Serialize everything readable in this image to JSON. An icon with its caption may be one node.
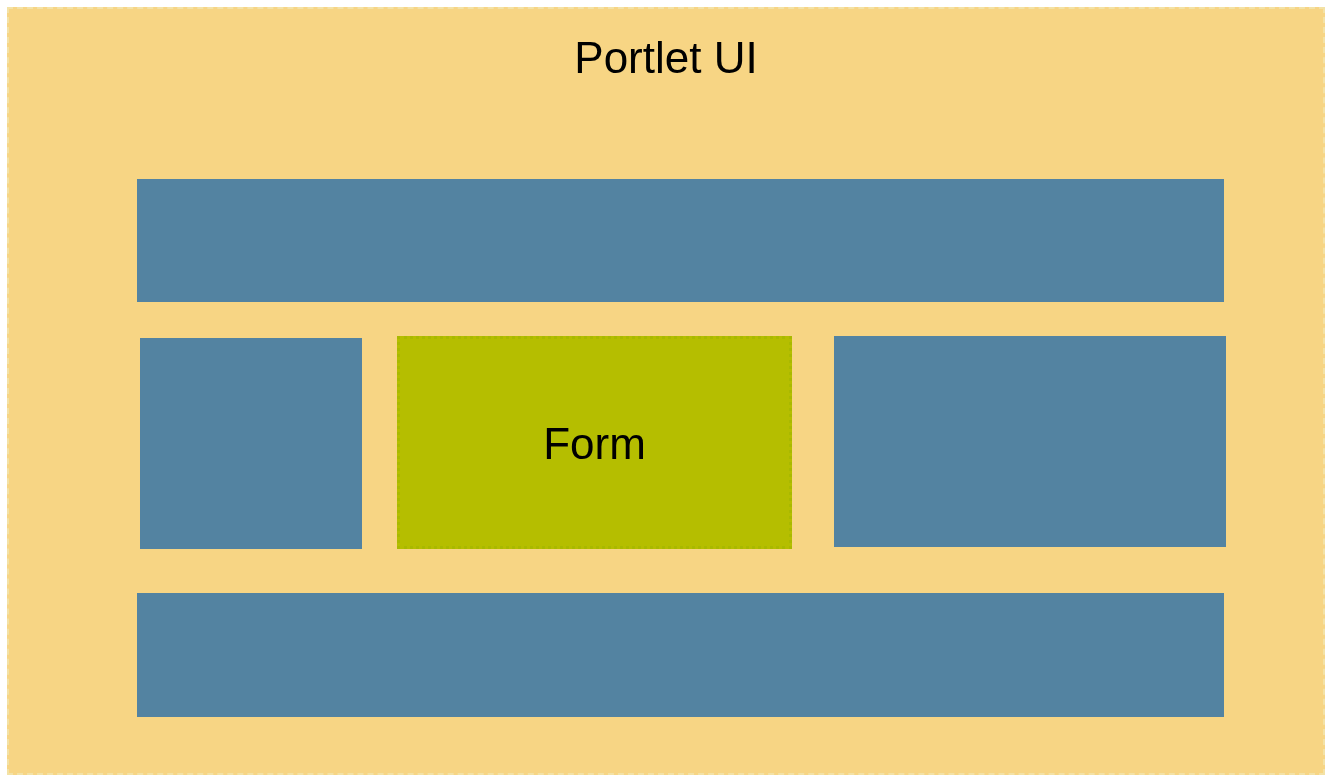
{
  "diagram": {
    "nodes": [
      {
        "text": [
          "Portlet UI"
        ]
      },
      {
        "text": [],
        "shape": "box",
        "in": 0
      },
      {
        "text": [],
        "shape": "box",
        "in": 0
      },
      {
        "text": [
          "Form"
        ],
        "in": 0
      },
      {
        "text": [],
        "shape": "box",
        "in": 0
      },
      {
        "text": [],
        "shape": "box",
        "in": 0
      }
    ]
  }
}
